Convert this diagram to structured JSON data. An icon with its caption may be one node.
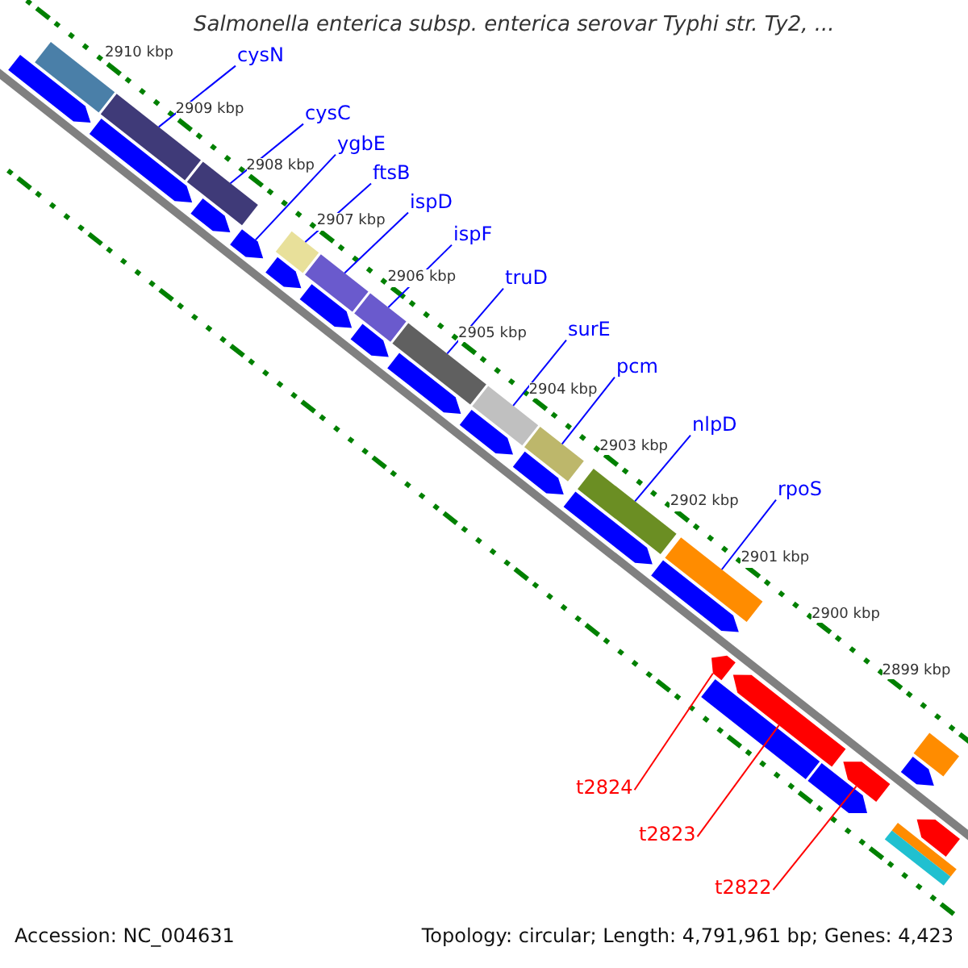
{
  "diagram": {
    "title": "Salmonella enterica subsp. enterica serovar Typhi str. Ty2, ...",
    "nodes": [
      {
        "text": [
          "cysN"
        ]
      },
      {
        "text": [],
        "shape": "bar"
      },
      {
        "text": [
          "cysC"
        ]
      },
      {
        "text": [],
        "shape": "bar"
      },
      {
        "text": [
          "ygbE"
        ]
      },
      {
        "text": [],
        "shape": "bar"
      },
      {
        "text": [
          "ftsB"
        ]
      },
      {
        "text": [],
        "shape": "bar"
      },
      {
        "text": [
          "ispD"
        ]
      },
      {
        "text": [],
        "shape": "bar"
      },
      {
        "text": [
          "ispF"
        ]
      },
      {
        "text": [],
        "shape": "bar"
      },
      {
        "text": [
          "truD"
        ]
      },
      {
        "text": [],
        "shape": "bar"
      },
      {
        "text": [
          "surE"
        ]
      },
      {
        "text": [],
        "shape": "bar"
      },
      {
        "text": [
          "pcm"
        ]
      },
      {
        "text": [],
        "shape": "bar"
      },
      {
        "text": [
          "nlpD"
        ]
      },
      {
        "text": [],
        "shape": "bar"
      },
      {
        "text": [
          "rpoS"
        ]
      },
      {
        "text": [],
        "shape": "bar"
      },
      {
        "text": [
          "t2824"
        ]
      },
      {
        "text": [],
        "shape": "bar"
      },
      {
        "text": [
          "t2823"
        ]
      },
      {
        "text": [],
        "shape": "bar"
      },
      {
        "text": [
          "t2822"
        ]
      },
      {
        "text": [],
        "shape": "bar"
      },
      {
        "text": [],
        "shape": "bar"
      },
      {
        "text": [],
        "shape": "bar"
      },
      {
        "text": [],
        "shape": "bar"
      },
      {
        "text": [],
        "shape": "bar"
      },
      {
        "text": [],
        "shape": "bar"
      },
      {
        "text": [],
        "shape": "bar"
      },
      {
        "text": [],
        "shape": "bar"
      },
      {
        "text": [],
        "shape": "bar"
      },
      {
        "text": [],
        "shape": "bar"
      },
      {
        "text": [],
        "shape": "bar"
      },
      {
        "text": [],
        "shape": "bar"
      },
      {
        "text": [],
        "shape": "bar"
      },
      {
        "text": [],
        "shape": "bar"
      },
      {
        "text": [],
        "shape": "bar"
      },
      {
        "text": [],
        "shape": "bar"
      },
      {
        "text": [],
        "shape": "bar"
      },
      {
        "text": [],
        "shape": "bar"
      },
      {
        "text": [],
        "shape": "bar"
      },
      {
        "text": [],
        "shape": "bar"
      }
    ],
    "edges": [
      {
        "from": 0,
        "to": 1,
        "arrow": "none"
      },
      {
        "from": 2,
        "to": 3,
        "arrow": "none"
      },
      {
        "from": 4,
        "to": 5,
        "arrow": "none"
      },
      {
        "from": 6,
        "to": 7,
        "arrow": "none"
      },
      {
        "from": 8,
        "to": 9,
        "arrow": "none"
      },
      {
        "from": 10,
        "to": 11,
        "arrow": "none"
      },
      {
        "from": 12,
        "to": 13,
        "arrow": "none"
      },
      {
        "from": 14,
        "to": 15,
        "arrow": "none"
      },
      {
        "from": 16,
        "to": 17,
        "arrow": "none"
      },
      {
        "from": 18,
        "to": 19,
        "arrow": "none"
      },
      {
        "from": 20,
        "to": 21,
        "arrow": "none"
      },
      {
        "from": 22,
        "to": 23,
        "arrow": "none",
        "color": "#ff0000"
      },
      {
        "from": 24,
        "to": 25,
        "arrow": "none",
        "color": "#ff0000"
      },
      {
        "from": 26,
        "to": 27,
        "arrow": "none",
        "color": "#ff0000"
      }
    ],
    "labels": [
      "2910 kbp",
      "2909 kbp",
      "2908 kbp",
      "2907 kbp",
      "2906 kbp",
      "2905 kbp",
      "2904 kbp",
      "2903 kbp",
      "2902 kbp",
      "2901 kbp",
      "2900 kbp",
      "2899 kbp",
      "Accession: NC_004631",
      "Topology: circular; Length: 4,791,961 bp; Genes: 4,423"
    ]
  }
}
